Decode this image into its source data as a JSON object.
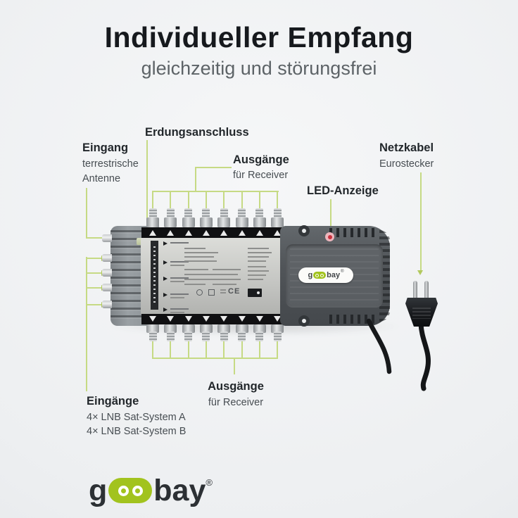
{
  "header": {
    "title": "Individueller Empfang",
    "subtitle": "gleichzeitig und störungsfrei"
  },
  "annotations": {
    "erdungsanschluss": {
      "label": "Erdungsanschluss"
    },
    "eingang_terrestrisch": {
      "label": "Eingang",
      "line1": "terrestrische",
      "line2": "Antenne"
    },
    "ausgaenge_oben": {
      "label": "Ausgänge",
      "sub": "für Receiver"
    },
    "netzkabel": {
      "label": "Netzkabel",
      "sub": "Eurostecker"
    },
    "led_anzeige": {
      "label": "LED-Anzeige"
    },
    "ausgaenge_unten": {
      "label": "Ausgänge",
      "sub": "für Receiver"
    },
    "eingaenge_lnb": {
      "label": "Eingänge",
      "line1": "4× LNB Sat-System A",
      "line2": "4× LNB Sat-System B"
    }
  },
  "device": {
    "ports": {
      "top_outputs": 8,
      "bottom_outputs": 8,
      "left_inputs": 5,
      "sat_input_arrows": 4
    },
    "panel": {
      "ce_mark": "CE"
    },
    "brand": {
      "g": "g",
      "bay": "bay",
      "registered": "®"
    }
  },
  "footer": {
    "logo": {
      "g": "g",
      "bay": "bay",
      "registered": "®"
    }
  },
  "colors": {
    "annotation_green": "#c6da84",
    "arrow_green": "#b2c95e",
    "logo_green": "#a2c31e",
    "led_red": "#c9303d",
    "title_text": "#16191d",
    "subtitle_text": "#5d6367"
  }
}
